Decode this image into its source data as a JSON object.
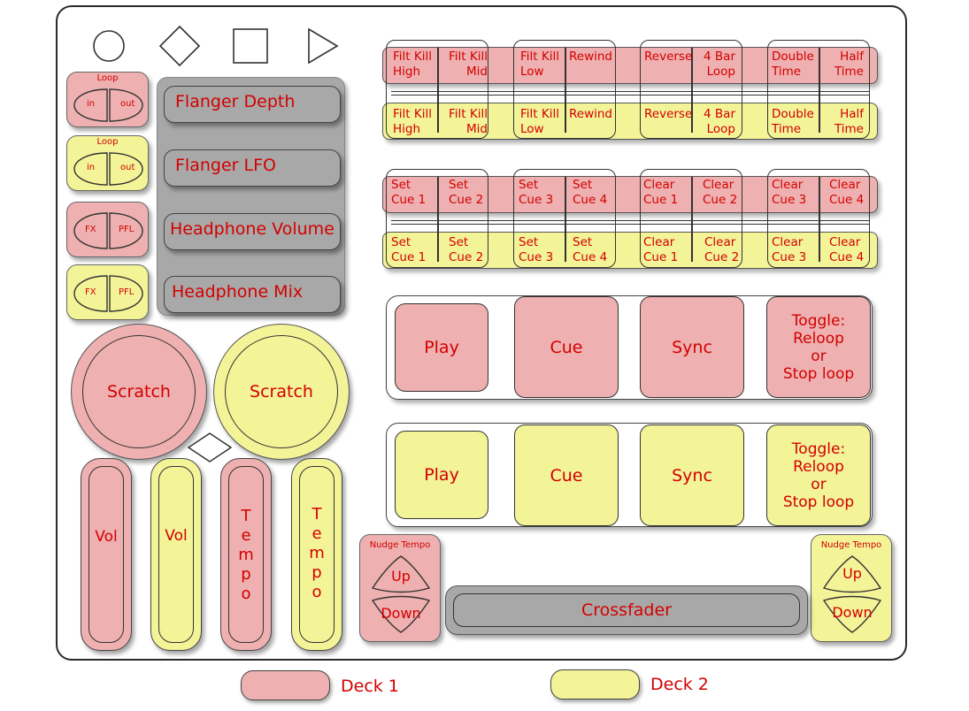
{
  "colors": {
    "deck1": "#eeb0b0",
    "deck2": "#f3f398",
    "neutral": "#a8a8a8",
    "label": "#d40000"
  },
  "top_icons": [
    "circle-icon",
    "diamond-icon",
    "square-icon",
    "play-triangle-icon"
  ],
  "loop_boxes": [
    {
      "title": "Loop",
      "left": "in",
      "right": "out"
    },
    {
      "title": "Loop",
      "left": "in",
      "right": "out"
    }
  ],
  "fx_boxes": [
    {
      "left": "FX",
      "right": "PFL"
    },
    {
      "left": "FX",
      "right": "PFL"
    }
  ],
  "knobs": [
    "Flanger Depth",
    "Flanger LFO",
    "Headphone Volume",
    "Headphone Mix"
  ],
  "effects_row1": [
    {
      "a1": "Filt Kill",
      "a2": "High",
      "b1": "Filt Kill",
      "b2": "Mid"
    },
    {
      "a1": "Filt Kill",
      "a2": "Low",
      "b1": "Rewind",
      "b2": ""
    },
    {
      "a1": "Reverse",
      "a2": "",
      "b1": "4 Bar",
      "b2": "Loop"
    },
    {
      "a1": "Double",
      "a2": "Time",
      "b1": "Half",
      "b2": "Time"
    }
  ],
  "effects_row2": [
    {
      "a1": "Set",
      "a2": "Cue 1",
      "b1": "Set",
      "b2": "Cue 2"
    },
    {
      "a1": "Set",
      "a2": "Cue 3",
      "b1": "Set",
      "b2": "Cue 4"
    },
    {
      "a1": "Clear",
      "a2": "Cue 1",
      "b1": "Clear",
      "b2": "Cue 2"
    },
    {
      "a1": "Clear",
      "a2": "Cue 3",
      "b1": "Clear",
      "b2": "Cue 4"
    }
  ],
  "transport": [
    "Play",
    "Cue",
    "Sync",
    "Toggle: Reloop or Stop loop"
  ],
  "toggle_lines": [
    "Toggle:",
    "Reloop",
    "or",
    "Stop loop"
  ],
  "scratch": [
    "Scratch",
    "Scratch"
  ],
  "sliders": [
    "Vol",
    "Vol",
    "Tempo",
    "Tempo"
  ],
  "tempo_letters": [
    "T",
    "e",
    "m",
    "p",
    "o"
  ],
  "nudge": {
    "title": "Nudge Tempo",
    "up": "Up",
    "down": "Down"
  },
  "crossfader": "Crossfader",
  "legend": {
    "deck1": "Deck 1",
    "deck2": "Deck 2"
  }
}
